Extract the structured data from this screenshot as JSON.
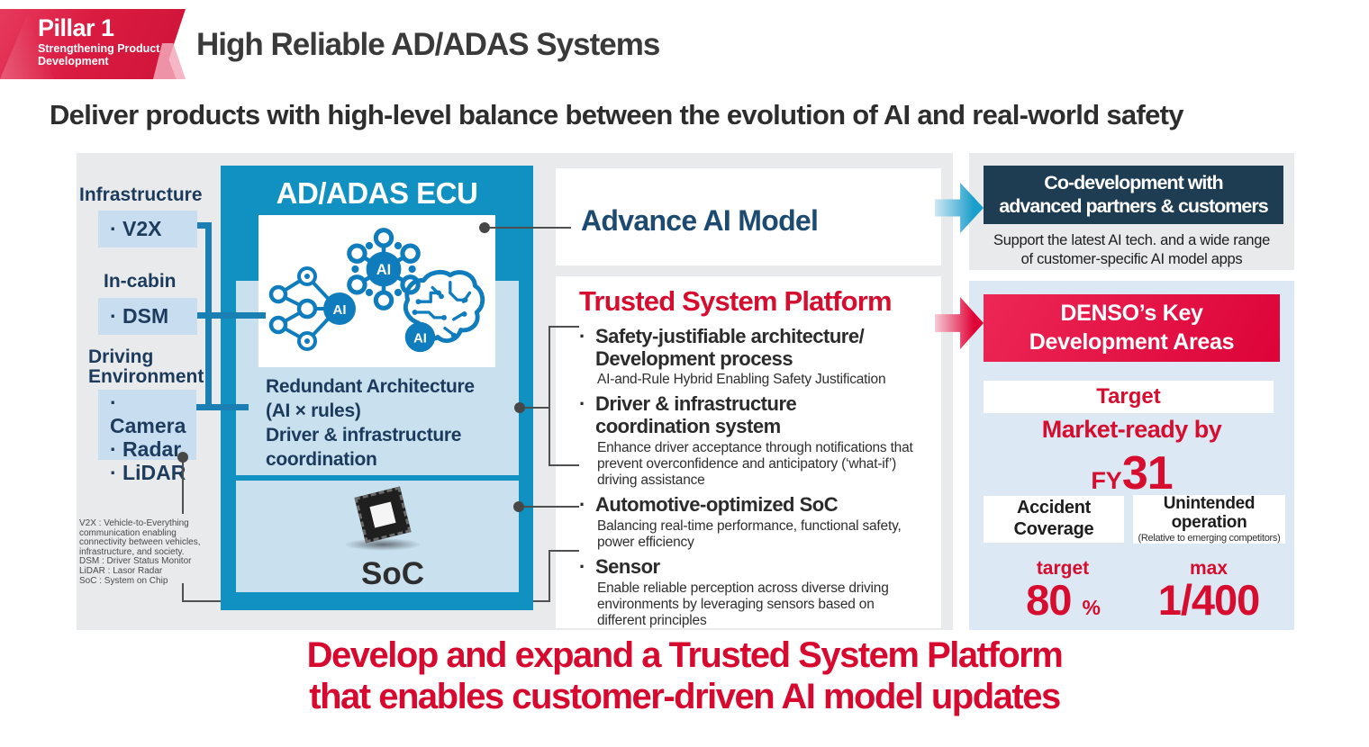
{
  "badge": {
    "title": "Pillar 1",
    "subtitle": "Strengthening Product\nDevelopment"
  },
  "header": {
    "title": "High Reliable AD/ADAS Systems"
  },
  "lead": {
    "text": "Deliver products with high-level balance between the evolution of AI and real-world safety"
  },
  "left": {
    "groups": [
      {
        "label": "Infrastructure",
        "items": [
          "· V2X"
        ]
      },
      {
        "label": "In-cabin",
        "items": [
          "· DSM"
        ]
      },
      {
        "label": "Driving\nEnvironment",
        "items": [
          "· Camera",
          "· Radar",
          "· LiDAR"
        ]
      }
    ],
    "footnote": "V2X : Vehicle-to-Everything\ncommunication enabling\nconnectivity between vehicles,\ninfrastructure, and society.\nDSM : Driver Status Monitor\nLiDAR : Lasor Radar\nSoC : System on Chip"
  },
  "ecu": {
    "title": "AD/ADAS ECU",
    "ai_label": "AI",
    "icons": [
      "network-ai-icon",
      "neural-net-ai-icon",
      "brain-circuit-ai-icon",
      "soc-chip-icon"
    ],
    "redundant": "Redundant Architecture\n(AI × rules)\nDriver & infrastructure\ncoordination",
    "soc_label": "SoC"
  },
  "middle": {
    "advance_title": "Advance AI Model",
    "platform_title": "Trusted System Platform",
    "bullet_char": "·",
    "bullets": [
      {
        "title": "Safety-justifiable architecture/\nDevelopment process",
        "desc": "AI-and-Rule Hybrid Enabling Safety Justification"
      },
      {
        "title": "Driver & infrastructure\ncoordination system",
        "desc": "Enhance driver acceptance through notifications that prevent overconfidence and anticipatory (‘what-if’) driving assistance"
      },
      {
        "title": "Automotive-optimized SoC",
        "desc": "Balancing real-time performance, functional safety, power efficiency"
      },
      {
        "title": "Sensor",
        "desc": "Enable reliable perception across diverse driving environments by leveraging sensors based on different principles"
      }
    ]
  },
  "right": {
    "codev": {
      "title": "Co-development with\nadvanced partners & customers",
      "desc": "Support the latest AI tech. and a wide range\nof customer-specific AI model apps"
    },
    "key": {
      "title": "DENSO’s Key\nDevelopment Areas",
      "target_label": "Target",
      "market_ready": "Market-ready by",
      "fy_prefix": "FY",
      "fy_value": "31",
      "metrics": [
        {
          "name": "Accident\nCoverage",
          "qualifier": "target",
          "value": "80",
          "unit": "%"
        },
        {
          "name": "Unintended\noperation",
          "note": "(Relative to emerging competitors)",
          "qualifier": "max",
          "value": "1/400",
          "unit": ""
        }
      ]
    }
  },
  "bottom": {
    "line1": "Develop and expand  a Trusted System Platform",
    "line2": "that enables customer-driven AI model updates"
  },
  "colors": {
    "accent_red": "#d60d2e",
    "box_red": "#e01745",
    "ecu_teal": "#1191c1",
    "connector_blue": "#1a7fb2",
    "icon_blue": "#0f7cbe",
    "navy_text": "#1b3a5c",
    "dark_navy_box": "#1e3c52",
    "panel_gray": "#e9eaeb",
    "panel_blue": "#dce8f3",
    "light_blue_box": "#c8def0"
  }
}
